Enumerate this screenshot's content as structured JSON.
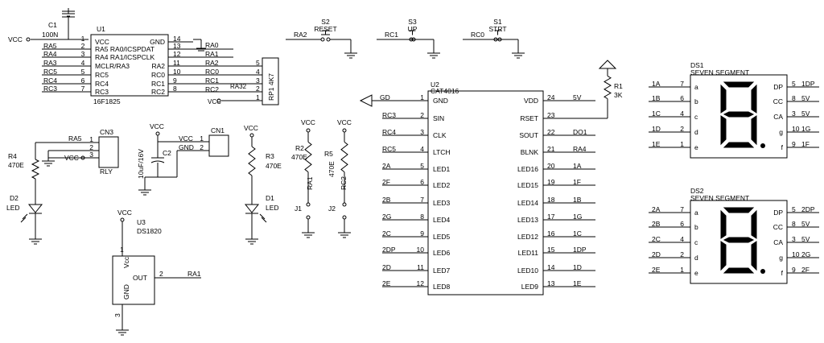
{
  "U1": {
    "ref": "U1",
    "part": "16F1825",
    "left_nets": [
      "VCC",
      "RA5",
      "RA4",
      "RA3",
      "RC5",
      "RC4",
      "RC3"
    ],
    "left_pins": [
      "1",
      "2",
      "3",
      "4",
      "5",
      "6",
      "7"
    ],
    "left_names": [
      "VCC",
      "RA5 RA0/ICSPDAT",
      "RA4 RA1/ICSPCLK",
      "MCLR/RA3",
      "RC5",
      "RC4",
      "RC3"
    ],
    "right_names": [
      "GND",
      "",
      "",
      "RA2",
      "RC0",
      "RC1",
      "RC2"
    ],
    "right_pins": [
      "14",
      "13",
      "12",
      "11",
      "10",
      "9",
      "8"
    ],
    "right_nets": [
      "",
      "RA0",
      "RA1",
      "RA2",
      "RC0",
      "RC1",
      "RC2"
    ]
  },
  "C1": {
    "ref": "C1",
    "value": "100N",
    "vcc": "VCC"
  },
  "RP1": {
    "label": "RP1 4K7",
    "pins": [
      "5",
      "4",
      "3",
      "2",
      "1"
    ],
    "nets": [
      "RA2",
      "RC0",
      "RC1",
      "RA32"
    ],
    "vcc": "VCC"
  },
  "switches": [
    {
      "ref": "S2",
      "name": "RESET",
      "net": "RA2"
    },
    {
      "ref": "S3",
      "name": "UP",
      "net": "RC1"
    },
    {
      "ref": "S1",
      "name": "STRT",
      "net": "RC0"
    }
  ],
  "R1": {
    "ref": "R1",
    "value": "3K"
  },
  "U2": {
    "ref": "U2",
    "part": "CAT4016",
    "gnd_label": "GD",
    "left_nets": [
      "RC3",
      "RC4",
      "RC5",
      "2A",
      "2F",
      "2B",
      "2G",
      "2C",
      "2DP",
      "2D",
      "2E"
    ],
    "left_pins": [
      "1",
      "2",
      "3",
      "4",
      "5",
      "6",
      "7",
      "8",
      "9",
      "10",
      "11",
      "12"
    ],
    "left_names": [
      "GND",
      "SIN",
      "CLK",
      "LTCH",
      "LED1",
      "LED2",
      "LED3",
      "LED4",
      "LED5",
      "LED6",
      "LED7",
      "LED8"
    ],
    "right_names": [
      "VDD",
      "RSET",
      "SOUT",
      "BLNK",
      "LED16",
      "LED15",
      "LED14",
      "LED13",
      "LED12",
      "LED11",
      "LED10",
      "LED9"
    ],
    "right_pins": [
      "24",
      "23",
      "22",
      "21",
      "20",
      "19",
      "18",
      "17",
      "16",
      "15",
      "14",
      "13"
    ],
    "right_nets": [
      "5V",
      "",
      "DO1",
      "RA4",
      "1A",
      "1F",
      "1B",
      "1G",
      "1C",
      "1DP",
      "1D",
      "1E"
    ]
  },
  "DS1": {
    "ref": "DS1",
    "title": "SEVEN SEGMENT",
    "left_nets": [
      "1A",
      "1B",
      "1C",
      "1D",
      "1E"
    ],
    "left_pins": [
      "7",
      "6",
      "4",
      "2",
      "1"
    ],
    "left_names": [
      "a",
      "b",
      "c",
      "d",
      "e"
    ],
    "right_names": [
      "DP",
      "CC",
      "CA",
      "g",
      "f"
    ],
    "right_pins": [
      "5",
      "8",
      "3",
      "10",
      "9"
    ],
    "right_nets": [
      "1DP",
      "5V",
      "5V",
      "1G",
      "1F"
    ]
  },
  "DS2": {
    "ref": "DS2",
    "title": "SEVEN SEGMENT",
    "left_nets": [
      "2A",
      "2B",
      "2C",
      "2D",
      "2E"
    ],
    "left_pins": [
      "7",
      "6",
      "4",
      "2",
      "1"
    ],
    "left_names": [
      "a",
      "b",
      "c",
      "d",
      "e"
    ],
    "right_names": [
      "DP",
      "CC",
      "CA",
      "g",
      "f"
    ],
    "right_pins": [
      "5",
      "8",
      "3",
      "10",
      "9"
    ],
    "right_nets": [
      "2DP",
      "5V",
      "5V",
      "2G",
      "2F"
    ]
  },
  "CN3": {
    "ref": "CN3",
    "net": "RA5",
    "pins": [
      "1",
      "2",
      "3"
    ],
    "vcc": "VCC",
    "label": "RLY"
  },
  "R4": {
    "ref": "R4",
    "value": "470E"
  },
  "D2": {
    "ref": "D2",
    "value": "LED"
  },
  "C2": {
    "ref": "C2",
    "value": "10uF/16V",
    "vcc": "VCC"
  },
  "CN1": {
    "ref": "CN1",
    "pin_names": [
      "VCC",
      "GND"
    ],
    "pins": [
      "1",
      "2"
    ]
  },
  "R3": {
    "ref": "R3",
    "value": "470E",
    "vcc": "VCC"
  },
  "D1": {
    "ref": "D1",
    "value": "LED"
  },
  "R2": {
    "ref": "R2",
    "value": "470E",
    "vcc": "VCC",
    "net": "RA1"
  },
  "R5": {
    "ref": "R5",
    "value": "470E",
    "vcc": "VCC",
    "net": "RC2"
  },
  "J1": {
    "ref": "J1"
  },
  "J2": {
    "ref": "J2"
  },
  "U3": {
    "ref": "U3",
    "part": "DS1820",
    "vcc": "VCC",
    "pins": [
      "1",
      "2",
      "3"
    ],
    "pin_names": [
      "Vcc",
      "OUT",
      "GND"
    ],
    "net": "RA1"
  }
}
